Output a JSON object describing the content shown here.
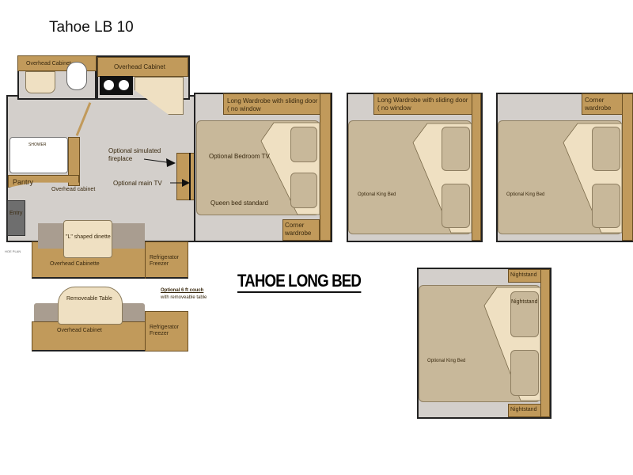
{
  "title": "Tahoe LB 10",
  "heading": "TAHOE LONG BED",
  "main_plan": {
    "overhead_cabinet_bath": "Overhead Cabinet",
    "overhead_cabinet_kitchen": "Overhead Cabinet",
    "shower": "SHOWER",
    "pantry": "Pantry",
    "overhead_cabinet": "Overhead cabinet",
    "entry": "Entry",
    "fireplace": "Optional simulated fireplace",
    "main_tv": "Optional main TV",
    "bedroom_tv": "Optional Bedroom TV",
    "queen_bed": "Queen bed standard",
    "long_wardrobe": "Long Wardrobe  with sliding door ( no window",
    "corner_wardrobe": "Corner wardrobe",
    "dinette": "\"L\" shaped dinette",
    "overhead_cabinette": "Overhead Cabinette",
    "refrigerator": "Refrigerator Freezer",
    "plan_label": "HOE PLAN"
  },
  "couch_option": {
    "title": "Optional  6 ft couch",
    "subtitle": "with removeable table",
    "table": "Removeable Table",
    "overhead_cabinet": "Overhead Cabinet",
    "refrigerator": "Refrigerator Freezer"
  },
  "bed_options": [
    {
      "wardrobe": "Long Wardrobe  with sliding door ( no window",
      "bed": "Optional King Bed"
    },
    {
      "wardrobe": "Corner wardrobe",
      "bed": "Optional King Bed"
    },
    {
      "nightstand_top": "Nightstand",
      "nightstand_mid": "Nightstand",
      "nightstand_bottom": "Nightstand",
      "bed": "Optional King Bed"
    }
  ]
}
